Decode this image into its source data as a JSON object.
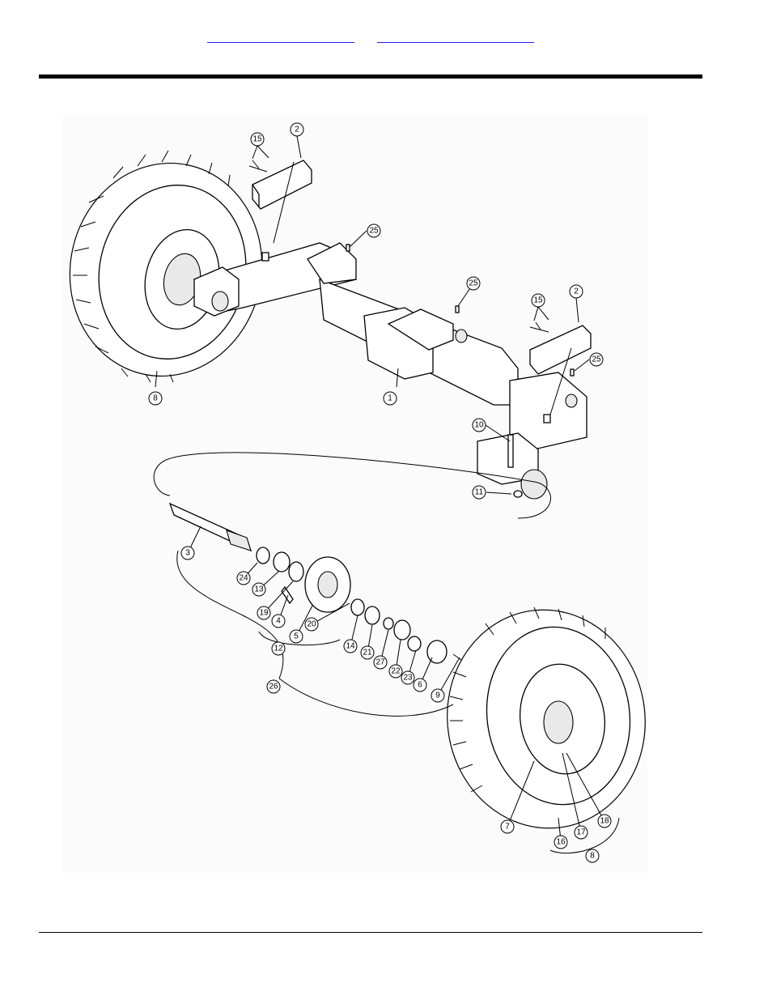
{
  "header": {
    "links": [
      {
        "label": ""
      },
      {
        "label": ""
      }
    ]
  },
  "diagram": {
    "callouts": [
      "1",
      "2",
      "2",
      "3",
      "4",
      "5",
      "6",
      "7",
      "8",
      "8",
      "9",
      "10",
      "11",
      "12",
      "13",
      "14",
      "15",
      "15",
      "16",
      "17",
      "18",
      "19",
      "20",
      "21",
      "22",
      "23",
      "24",
      "25",
      "25",
      "25",
      "26",
      "27"
    ]
  }
}
